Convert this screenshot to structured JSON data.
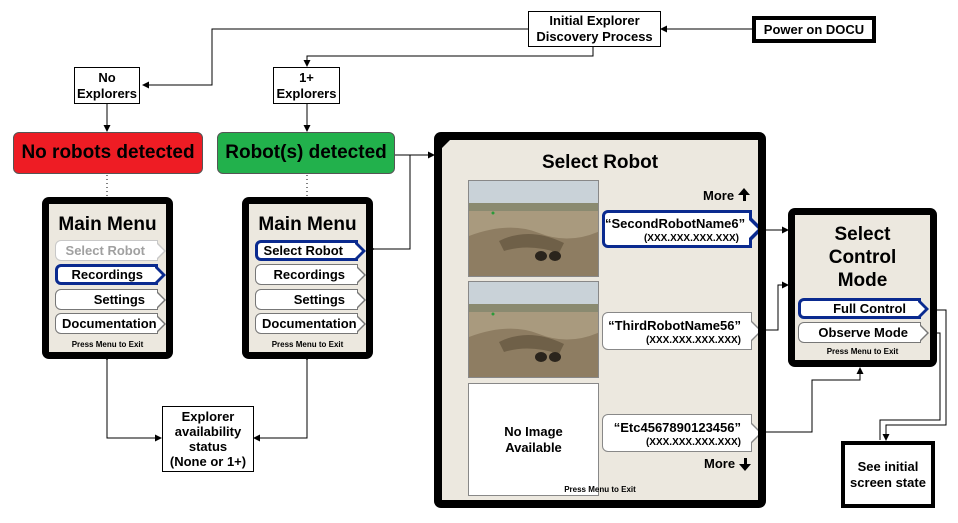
{
  "flow": {
    "power_on": "Power on DOCU",
    "discovery": [
      "Initial Explorer",
      "Discovery Process"
    ],
    "no_explorers": [
      "No",
      "Explorers"
    ],
    "explorers_found": [
      "1+",
      "Explorers"
    ],
    "no_robots_banner": "No robots detected",
    "robots_banner": "Robot(s) detected",
    "availability": [
      "Explorer",
      "availability",
      "status",
      "(None or 1+)"
    ],
    "see_initial": [
      "See initial",
      "screen state"
    ]
  },
  "colors": {
    "red_banner": "#ee1c24",
    "green_banner": "#22b14c",
    "selected_outline": "#0a2a8f"
  },
  "main_menu_left": {
    "title": "Main Menu",
    "items": [
      {
        "label": "Select Robot",
        "state": "disabled"
      },
      {
        "label": "Recordings",
        "state": "selected"
      },
      {
        "label": "Settings",
        "state": "normal"
      },
      {
        "label": "Documentation",
        "state": "normal"
      }
    ],
    "footer": "Press Menu to Exit"
  },
  "main_menu_right": {
    "title": "Main Menu",
    "items": [
      {
        "label": "Select Robot",
        "state": "selected"
      },
      {
        "label": "Recordings",
        "state": "normal"
      },
      {
        "label": "Settings",
        "state": "normal"
      },
      {
        "label": "Documentation",
        "state": "normal"
      }
    ],
    "footer": "Press Menu to Exit"
  },
  "select_robot": {
    "title": "Select Robot",
    "more_up": "More",
    "more_down": "More",
    "robots": [
      {
        "name": "“SecondRobotName6”",
        "ip": "(XXX.XXX.XXX.XXX)",
        "image": "photo",
        "selected": true
      },
      {
        "name": "“ThirdRobotName56”",
        "ip": "(XXX.XXX.XXX.XXX)",
        "image": "photo",
        "selected": false
      },
      {
        "name": "“Etc4567890123456”",
        "ip": "(XXX.XXX.XXX.XXX)",
        "image": "none",
        "selected": false
      }
    ],
    "no_image": [
      "No Image",
      "Available"
    ],
    "footer": "Press Menu to Exit"
  },
  "control_mode": {
    "title": [
      "Select",
      "Control",
      "Mode"
    ],
    "items": [
      {
        "label": "Full Control",
        "state": "selected"
      },
      {
        "label": "Observe Mode",
        "state": "normal"
      }
    ],
    "footer": "Press Menu to Exit"
  }
}
